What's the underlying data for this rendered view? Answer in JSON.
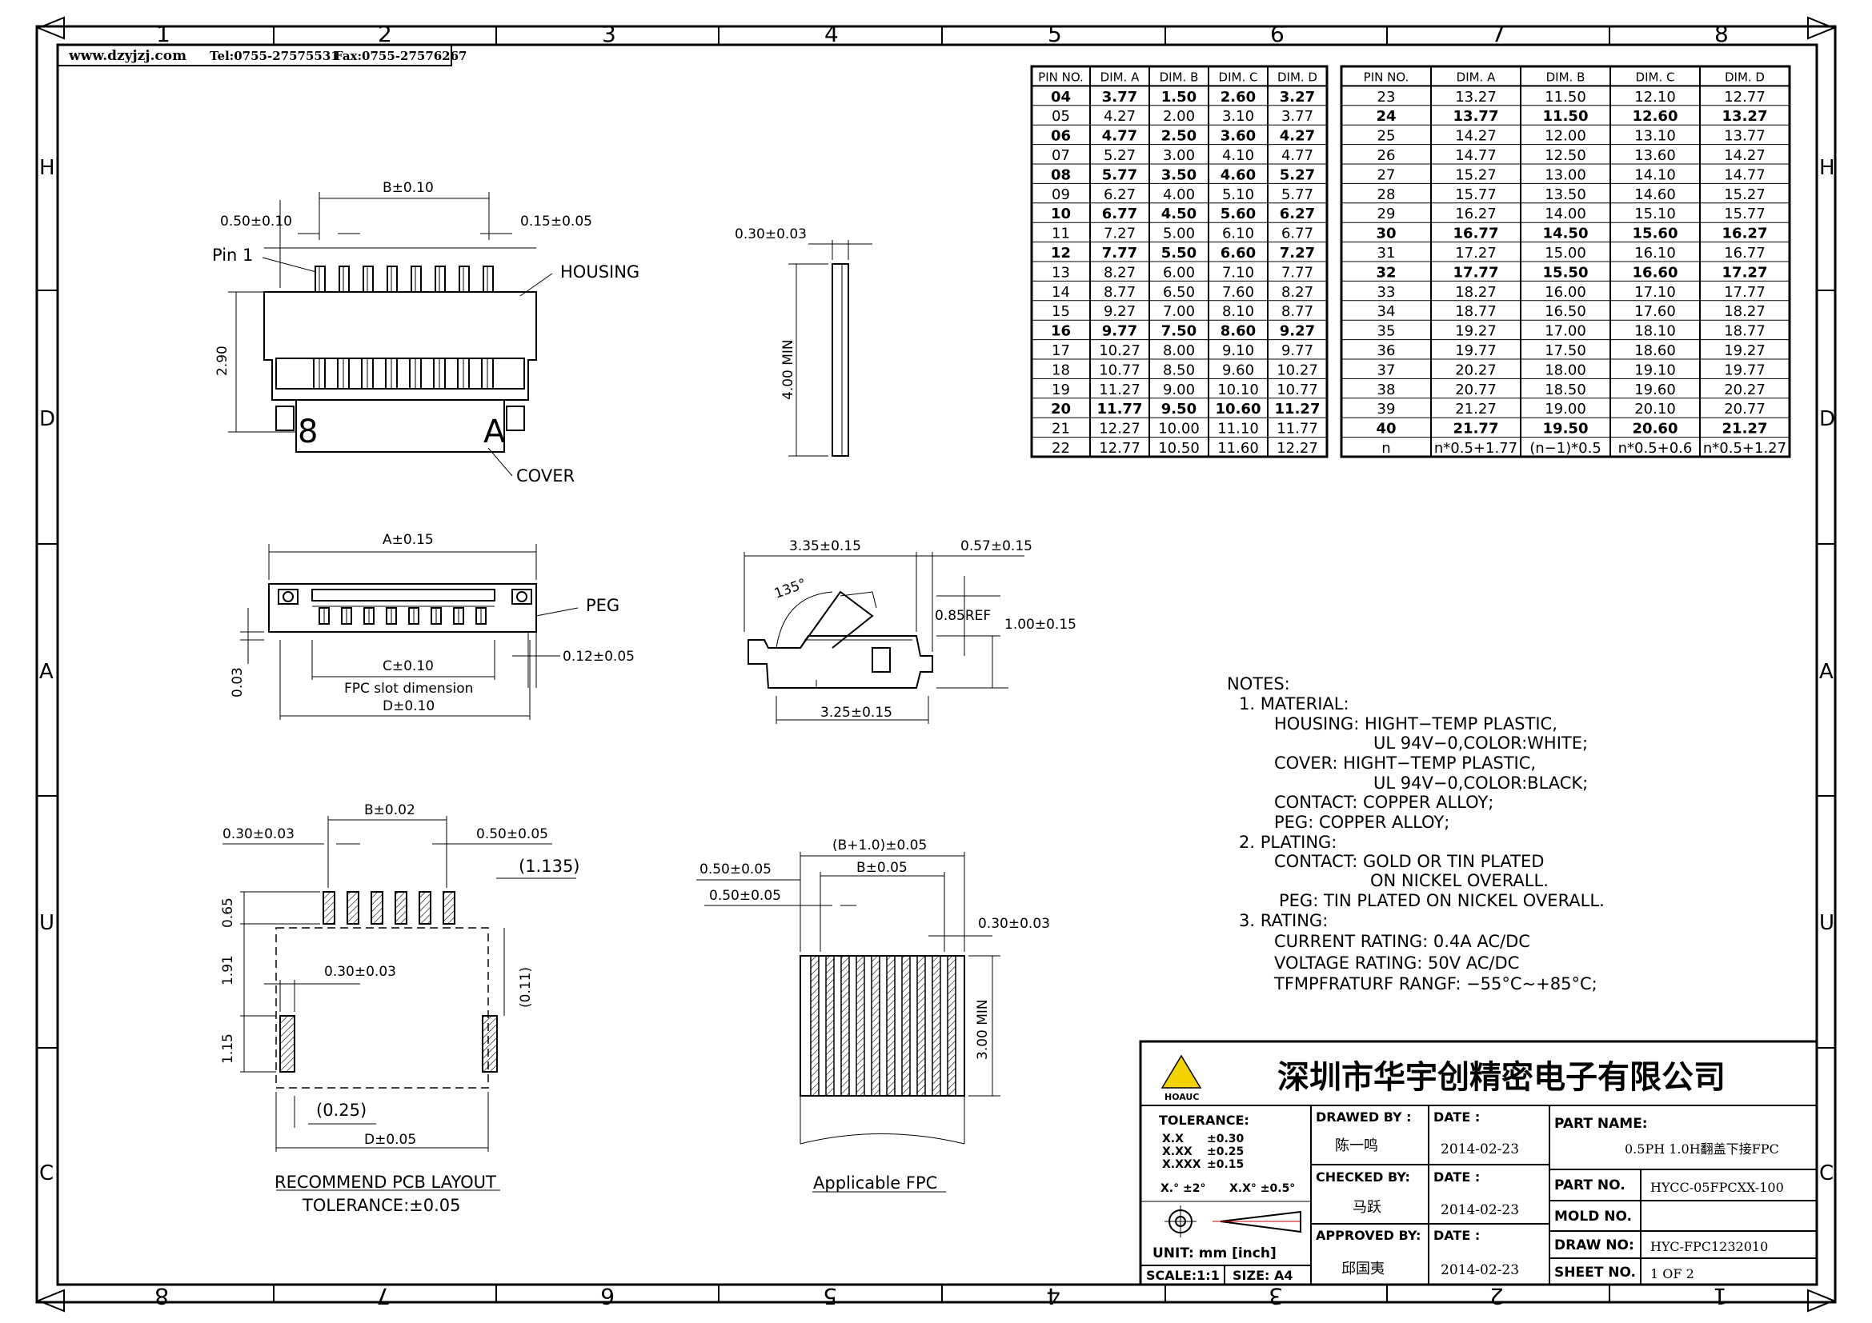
{
  "header": {
    "website": "www.dzyjzj.com",
    "tel": "Tel:0755-27575531",
    "fax": "Fax:0755-27576267"
  },
  "border": {
    "top_numbers": [
      "1",
      "2",
      "3",
      "4",
      "5",
      "6",
      "7",
      "8"
    ],
    "bottom_numbers": [
      "8",
      "7",
      "6",
      "5",
      "4",
      "3",
      "2",
      "1"
    ],
    "left_letters": [
      "H",
      "D",
      "A",
      "U",
      "C"
    ],
    "right_letters": [
      "H",
      "D",
      "A",
      "U",
      "C"
    ]
  },
  "views": {
    "top_view": {
      "b_dim": "B±0.10",
      "pitch": "0.50±0.10",
      "pin_width": "0.15±0.05",
      "pin_label": "Pin  1",
      "housing": "HOUSING",
      "height": "2.90",
      "mark_left": "8",
      "mark_right": "A",
      "cover": "COVER"
    },
    "side_thin": {
      "thickness": "0.30±0.03",
      "min_len": "4.00  MIN"
    },
    "front_view": {
      "a_dim": "A±0.15",
      "peg": "PEG",
      "c_dim": "C±0.10",
      "slot": "FPC  slot  dimension",
      "d_dim": "D±0.10",
      "gap": "0.03",
      "peg_w": "0.12±0.05"
    },
    "section_view": {
      "w1": "3.35±0.15",
      "w2": "0.57±0.15",
      "angle": "135°",
      "ref": "0.85REF",
      "h": "1.00±0.15",
      "base": "3.25±0.15"
    },
    "pcb_layout": {
      "b_dim": "B±0.02",
      "pad_w": "0.30±0.03",
      "pitch": "0.50±0.05",
      "d1135": "(1.135)",
      "h065": "0.65",
      "h191": "1.91",
      "pad2": "0.30±0.03",
      "d011": "(0.11)",
      "h115": "1.15",
      "d025": "(0.25)",
      "d_dim": "D±0.05",
      "title": "RECOMMEND  PCB  LAYOUT",
      "tolerance": "TOLERANCE:±0.05"
    },
    "applicable_fpc": {
      "b1": "(B+1.0)±0.05",
      "b2": "B±0.05",
      "p1": "0.50±0.05",
      "p2": "0.50±0.05",
      "w": "0.30±0.03",
      "min": "3.00  MIN",
      "title": "Applicable  FPC"
    }
  },
  "pin_table": {
    "headers": [
      "PIN  NO.",
      "DIM.  A",
      "DIM.  B",
      "DIM.  C",
      "DIM.  D"
    ],
    "left": [
      [
        "04",
        "3.77",
        "1.50",
        "2.60",
        "3.27",
        true
      ],
      [
        "05",
        "4.27",
        "2.00",
        "3.10",
        "3.77",
        false
      ],
      [
        "06",
        "4.77",
        "2.50",
        "3.60",
        "4.27",
        true
      ],
      [
        "07",
        "5.27",
        "3.00",
        "4.10",
        "4.77",
        false
      ],
      [
        "08",
        "5.77",
        "3.50",
        "4.60",
        "5.27",
        true
      ],
      [
        "09",
        "6.27",
        "4.00",
        "5.10",
        "5.77",
        false
      ],
      [
        "10",
        "6.77",
        "4.50",
        "5.60",
        "6.27",
        true
      ],
      [
        "11",
        "7.27",
        "5.00",
        "6.10",
        "6.77",
        false
      ],
      [
        "12",
        "7.77",
        "5.50",
        "6.60",
        "7.27",
        true
      ],
      [
        "13",
        "8.27",
        "6.00",
        "7.10",
        "7.77",
        false
      ],
      [
        "14",
        "8.77",
        "6.50",
        "7.60",
        "8.27",
        false
      ],
      [
        "15",
        "9.27",
        "7.00",
        "8.10",
        "8.77",
        false
      ],
      [
        "16",
        "9.77",
        "7.50",
        "8.60",
        "9.27",
        true
      ],
      [
        "17",
        "10.27",
        "8.00",
        "9.10",
        "9.77",
        false
      ],
      [
        "18",
        "10.77",
        "8.50",
        "9.60",
        "10.27",
        false
      ],
      [
        "19",
        "11.27",
        "9.00",
        "10.10",
        "10.77",
        false
      ],
      [
        "20",
        "11.77",
        "9.50",
        "10.60",
        "11.27",
        true
      ],
      [
        "21",
        "12.27",
        "10.00",
        "11.10",
        "11.77",
        false
      ],
      [
        "22",
        "12.77",
        "10.50",
        "11.60",
        "12.27",
        false
      ]
    ],
    "right": [
      [
        "23",
        "13.27",
        "11.50",
        "12.10",
        "12.77",
        false
      ],
      [
        "24",
        "13.77",
        "11.50",
        "12.60",
        "13.27",
        true
      ],
      [
        "25",
        "14.27",
        "12.00",
        "13.10",
        "13.77",
        false
      ],
      [
        "26",
        "14.77",
        "12.50",
        "13.60",
        "14.27",
        false
      ],
      [
        "27",
        "15.27",
        "13.00",
        "14.10",
        "14.77",
        false
      ],
      [
        "28",
        "15.77",
        "13.50",
        "14.60",
        "15.27",
        false
      ],
      [
        "29",
        "16.27",
        "14.00",
        "15.10",
        "15.77",
        false
      ],
      [
        "30",
        "16.77",
        "14.50",
        "15.60",
        "16.27",
        true
      ],
      [
        "31",
        "17.27",
        "15.00",
        "16.10",
        "16.77",
        false
      ],
      [
        "32",
        "17.77",
        "15.50",
        "16.60",
        "17.27",
        true
      ],
      [
        "33",
        "18.27",
        "16.00",
        "17.10",
        "17.77",
        false
      ],
      [
        "34",
        "18.77",
        "16.50",
        "17.60",
        "18.27",
        false
      ],
      [
        "35",
        "19.27",
        "17.00",
        "18.10",
        "18.77",
        false
      ],
      [
        "36",
        "19.77",
        "17.50",
        "18.60",
        "19.27",
        false
      ],
      [
        "37",
        "20.27",
        "18.00",
        "19.10",
        "19.77",
        false
      ],
      [
        "38",
        "20.77",
        "18.50",
        "19.60",
        "20.27",
        false
      ],
      [
        "39",
        "21.27",
        "19.00",
        "20.10",
        "20.77",
        false
      ],
      [
        "40",
        "21.77",
        "19.50",
        "20.60",
        "21.27",
        true
      ],
      [
        "n",
        "n*0.5+1.77",
        "(n−1)*0.5",
        "n*0.5+0.6",
        "n*0.5+1.27",
        false
      ]
    ]
  },
  "notes": [
    "NOTES:",
    "1. MATERIAL:",
    "HOUSING:  HIGHT−TEMP  PLASTIC,",
    "UL  94V−0,COLOR:WHITE;",
    "COVER:  HIGHT−TEMP  PLASTIC,",
    "UL  94V−0,COLOR:BLACK;",
    "CONTACT:  COPPER  ALLOY;",
    "PEG:  COPPER  ALLOY;",
    "2. PLATING:",
    "CONTACT:  GOLD  OR  TIN  PLATED",
    "ON  NICKEL  OVERALL.",
    "PEG:  TIN  PLATED  ON  NICKEL  OVERALL.",
    "3. RATING:",
    "CURRENT  RATING:  0.4A  AC/DC",
    "VOLTAGE  RATING:  50V  AC/DC",
    "TFMPFRATURF  RANGF:  −55°C~+85°C;"
  ],
  "title_block": {
    "company": "深圳市华宇创精密电子有限公司",
    "logo_text": "HOAUC",
    "tolerance_label": "TOLERANCE:",
    "tol": [
      [
        "X.X",
        "±0.30"
      ],
      [
        "X.XX",
        "±0.25"
      ],
      [
        "X.XXX",
        "±0.15"
      ]
    ],
    "angle_tol_1": "X.°  ±2°",
    "angle_tol_2": "X.X°  ±0.5°",
    "unit": "UNIT:  mm  [inch]",
    "scale": "SCALE:1:1",
    "size": "SIZE:  A4",
    "drawn_by_label": "DRAWED  BY  :",
    "drawn_by": "陈一鸣",
    "checked_by_label": "CHECKED  BY:",
    "checked_by": "马跃",
    "approved_by_label": "APPROVED  BY:",
    "approved_by": "邱国夷",
    "date_label": "DATE  :",
    "date1": "2014-02-23",
    "date2": "2014-02-23",
    "date3": "2014-02-23",
    "part_name_label": "PART  NAME:",
    "part_name": "0.5PH  1.0H翻盖下接FPC",
    "part_no_label": "PART  NO.",
    "part_no": "HYCC-05FPCXX-100",
    "mold_no_label": "MOLD  NO.",
    "mold_no": "",
    "draw_no_label": "DRAW  NO:",
    "draw_no": "HYC-FPC1232010",
    "sheet_no_label": "SHEET  NO.",
    "sheet_no": "1  OF  2"
  }
}
